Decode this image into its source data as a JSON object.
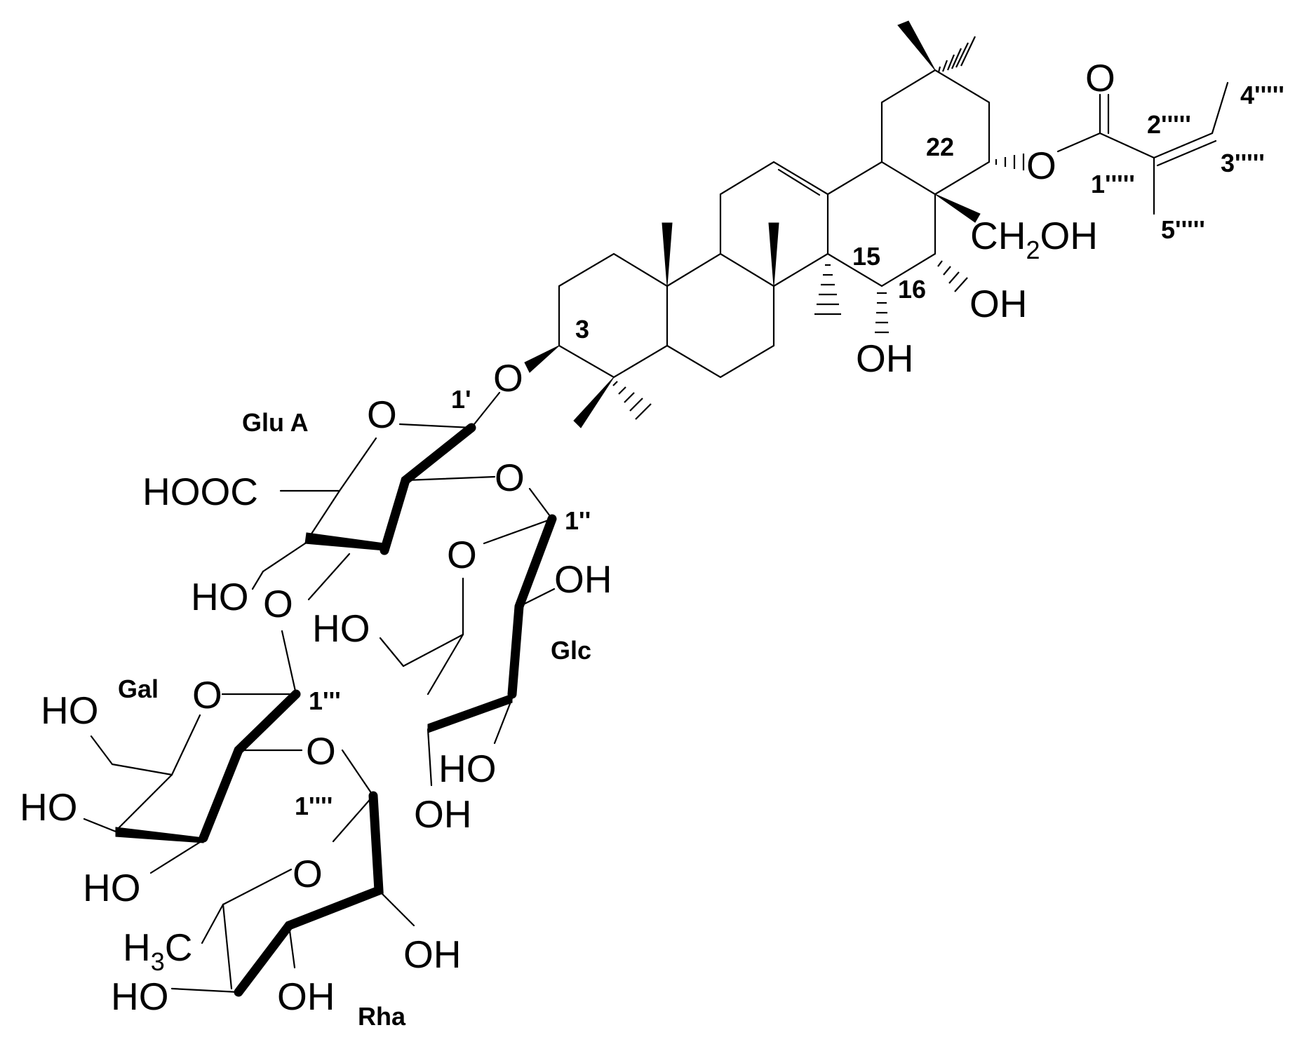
{
  "atoms": {
    "o_top_carbonyl": "O",
    "o_ester": "O",
    "ch2oh_main": "CH",
    "ch2oh_sub": "2",
    "ch2oh_tail": "OH",
    "oh_c16": "OH",
    "oh_c15": "OH",
    "o_c3": "O",
    "o_ring_glua": "O",
    "hooc": "HOOC",
    "o_glua_glc": "O",
    "ho_glua": "HO",
    "o_glua_gal": "O",
    "o_ring_glc": "O",
    "oh_glc_2": "OH",
    "ho_glc_6": "HO",
    "ho_glc_4": "HO",
    "oh_glc_3": "OH",
    "o_ring_gal": "O",
    "ho_gal_6": "HO",
    "o_gal_rha": "O",
    "ho_gal_4": "HO",
    "ho_gal_3": "HO",
    "o_ring_rha": "O",
    "oh_rha_2": "OH",
    "h3c_main": "H",
    "h3c_sub": "3",
    "h3c_tail": "C",
    "ho_rha_4": "HO",
    "oh_rha_3": "OH"
  },
  "labels": {
    "c3": "3",
    "c15": "15",
    "c16": "16",
    "c22": "22",
    "c1_ester": "1'''''",
    "c2_ester": "2'''''",
    "c3_ester": "3'''''",
    "c4_ester": "4'''''",
    "c5_ester": "5'''''",
    "glua_anomeric": "1'",
    "glc_anomeric": "1''",
    "gal_anomeric": "1'''",
    "rha_anomeric": "1''''",
    "sugar_glua": "Glu A",
    "sugar_glc": "Glc",
    "sugar_gal": "Gal",
    "sugar_rha": "Rha"
  }
}
